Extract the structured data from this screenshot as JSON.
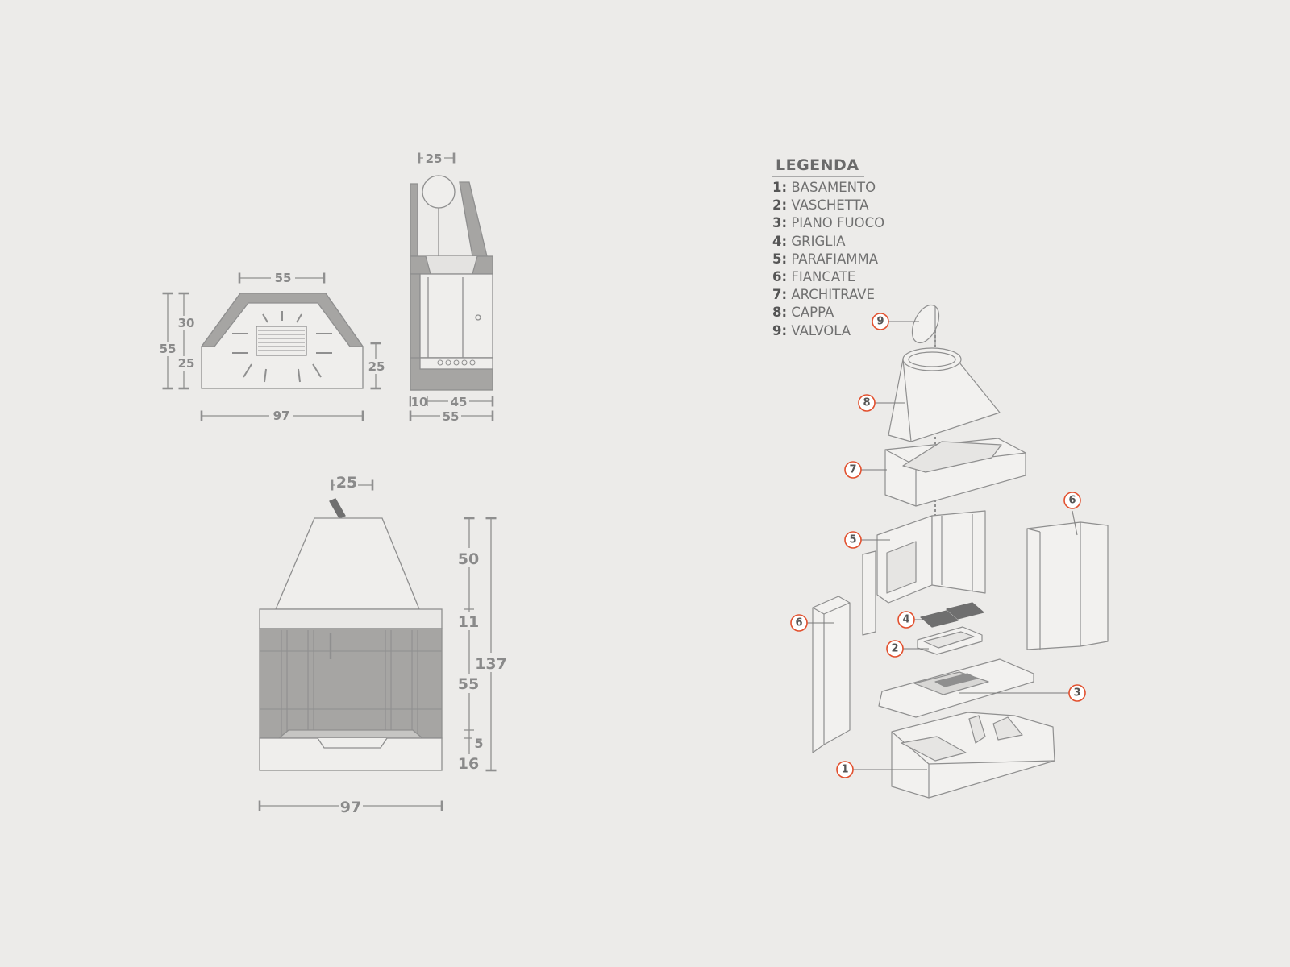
{
  "legend": {
    "title": "LEGENDA",
    "items": [
      {
        "num": "1:",
        "label": "BASAMENTO"
      },
      {
        "num": "2:",
        "label": "VASCHETTA"
      },
      {
        "num": "3:",
        "label": "PIANO FUOCO"
      },
      {
        "num": "4:",
        "label": "GRIGLIA"
      },
      {
        "num": "5:",
        "label": "PARAFIAMMA"
      },
      {
        "num": "6:",
        "label": "FIANCATE"
      },
      {
        "num": "7:",
        "label": "ARCHITRAVE"
      },
      {
        "num": "8:",
        "label": "CAPPA"
      },
      {
        "num": "9:",
        "label": "VALVOLA"
      }
    ]
  },
  "plan_view": {
    "top_width": "55",
    "total_width": "97",
    "total_depth": "55",
    "upper_depth": "30",
    "lower_depth": "25",
    "side_depth": "25"
  },
  "side_view": {
    "flue": "25",
    "front": "10",
    "inner": "45",
    "total": "55"
  },
  "front_view": {
    "flue": "25",
    "hood": "50",
    "lintel": "11",
    "total_height": "137",
    "opening": "55",
    "hearth_edge": "5",
    "base": "16",
    "width": "97"
  },
  "callouts": [
    "1",
    "2",
    "3",
    "4",
    "5",
    "6",
    "6",
    "7",
    "8",
    "9"
  ],
  "colors": {
    "background": "#ecebe9",
    "line": "#8f8f8f",
    "fill_dark": "#a6a5a3",
    "callout_ring": "#e2502e"
  }
}
